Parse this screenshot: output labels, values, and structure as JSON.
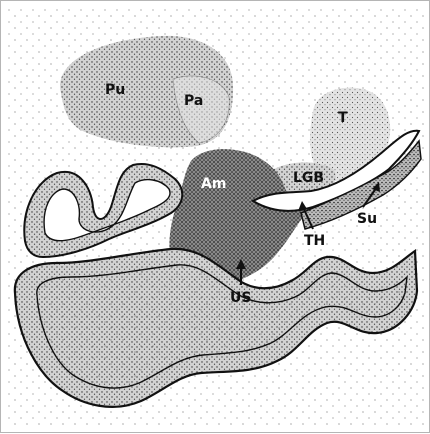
{
  "labels": {
    "pu": "Pu",
    "pa": "Pa",
    "t": "T",
    "am": "Am",
    "lgb": "LGB",
    "su": "Su",
    "th": "TH",
    "us": "US"
  },
  "colors": {
    "stipple_dark": "#3a3a3a",
    "stipple_light": "#8a8a8a",
    "outline": "#111111"
  }
}
